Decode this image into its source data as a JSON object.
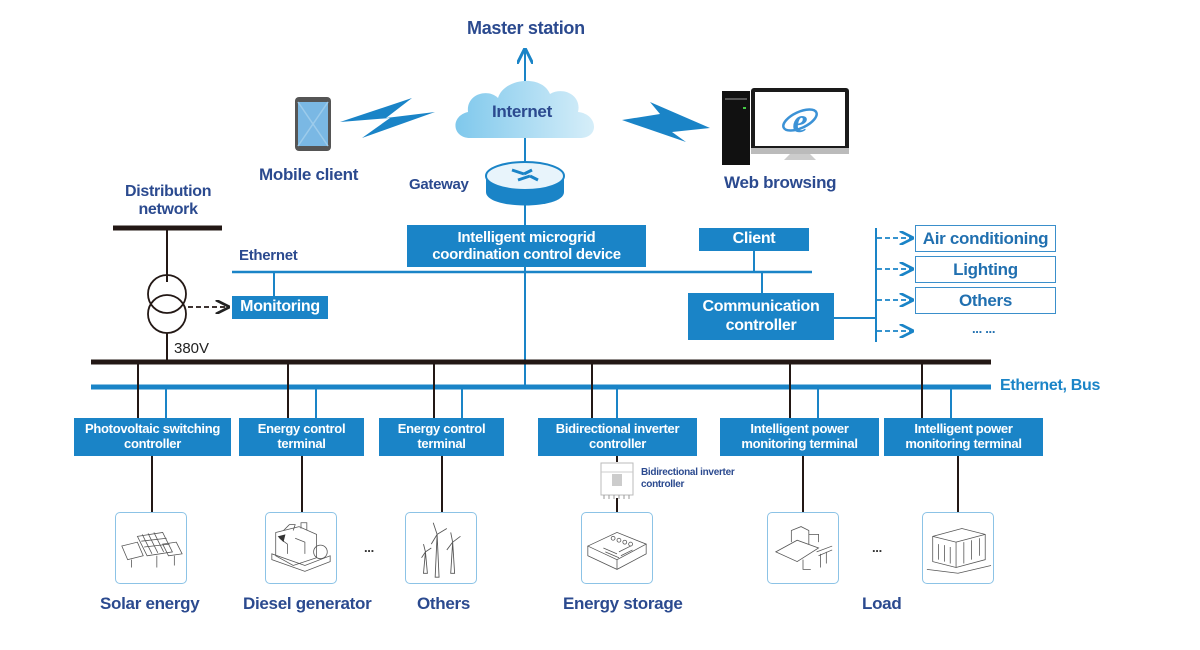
{
  "top": {
    "master_station": "Master station",
    "internet": "Internet",
    "mobile_client": "Mobile client",
    "web_browsing": "Web browsing",
    "gateway": "Gateway"
  },
  "left": {
    "distribution_network_line1": "Distribution",
    "distribution_network_line2": "network",
    "ethernet": "Ethernet",
    "monitoring": "Monitoring",
    "voltage": "380V"
  },
  "center": {
    "coordination_device_line1": "Intelligent microgrid",
    "coordination_device_line2": "coordination control device"
  },
  "right": {
    "client": "Client",
    "communication_controller_line1": "Communication",
    "communication_controller_line2": "controller",
    "loads": [
      "Air conditioning",
      "Lighting",
      "Others",
      "... ..."
    ],
    "ethernet_bus": "Ethernet, Bus"
  },
  "controllers": [
    {
      "line1": "Photovoltaic switching",
      "line2": "controller"
    },
    {
      "line1": "Energy control",
      "line2": "terminal"
    },
    {
      "line1": "Energy control",
      "line2": "terminal"
    },
    {
      "line1": "Bidirectional inverter",
      "line2": "controller"
    },
    {
      "line1": "Intelligent power",
      "line2": "monitoring terminal"
    },
    {
      "line1": "Intelligent power",
      "line2": "monitoring terminal"
    }
  ],
  "inverter_device": {
    "line1": "Bidirectional inverter",
    "line2": "controller"
  },
  "bottom": {
    "solar_energy": "Solar energy",
    "diesel_generator": "Diesel generator",
    "others": "Others",
    "energy_storage": "Energy storage",
    "load": "Load",
    "ellipsis": "..."
  },
  "colors": {
    "primary_blue": "#1a84c7",
    "label_navy": "#2b4a8f",
    "bus_black": "#231815",
    "cloud_light": "#cfe9f7"
  }
}
